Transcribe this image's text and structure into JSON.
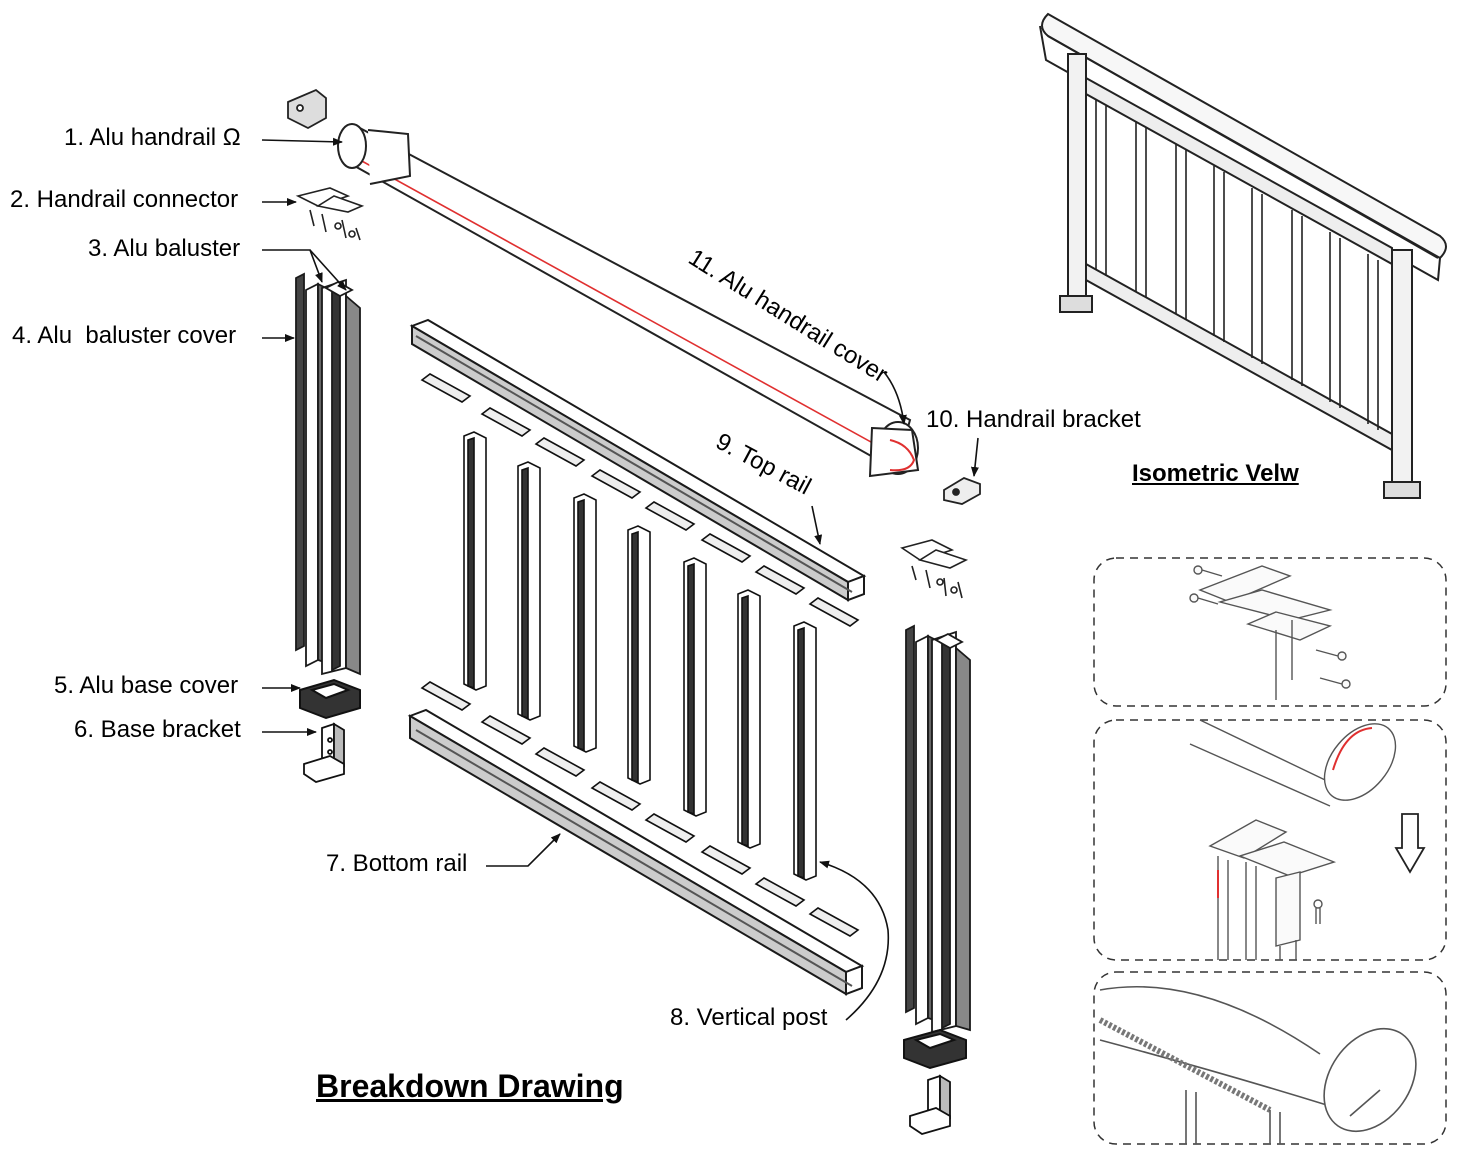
{
  "titles": {
    "breakdown": "Breakdown Drawing",
    "isometric": "Isometric Velw"
  },
  "labels": [
    {
      "id": "1",
      "text": "1. Alu handrail Ω"
    },
    {
      "id": "2",
      "text": "2. Handrail connector"
    },
    {
      "id": "3",
      "text": "3. Alu baluster"
    },
    {
      "id": "4",
      "text": "4. Alu  baluster cover"
    },
    {
      "id": "5",
      "text": "5. Alu base cover"
    },
    {
      "id": "6",
      "text": "6. Base bracket"
    },
    {
      "id": "7",
      "text": "7. Bottom rail"
    },
    {
      "id": "8",
      "text": "8. Vertical post"
    },
    {
      "id": "9",
      "text": "9. Top rail"
    },
    {
      "id": "10",
      "text": "10. Handrail bracket"
    },
    {
      "id": "11",
      "text": "11. Alu handrail cover"
    }
  ],
  "colors": {
    "line": "#1a1a1a",
    "highlight": "#e03030",
    "fill_dark": "#2a2a2a",
    "fill_light": "#f4f4f4"
  }
}
